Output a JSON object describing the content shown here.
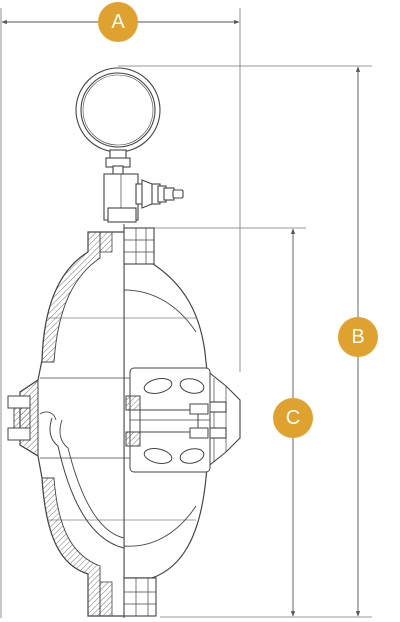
{
  "colors": {
    "badge": "#E0A22E",
    "badge_text": "#FFFFFF",
    "line": "#444444",
    "dimension_line": "#555555",
    "hatch": "#777777"
  },
  "dimensions": [
    {
      "id": "a",
      "label": "A"
    },
    {
      "id": "b",
      "label": "B"
    },
    {
      "id": "c",
      "label": "C"
    }
  ],
  "parts": [
    "pressure-gauge",
    "gauge-stem",
    "valve-fitting",
    "upper-shell",
    "lower-shell",
    "center-flange",
    "inner-bladder",
    "top-nozzle",
    "bottom-nozzle"
  ]
}
